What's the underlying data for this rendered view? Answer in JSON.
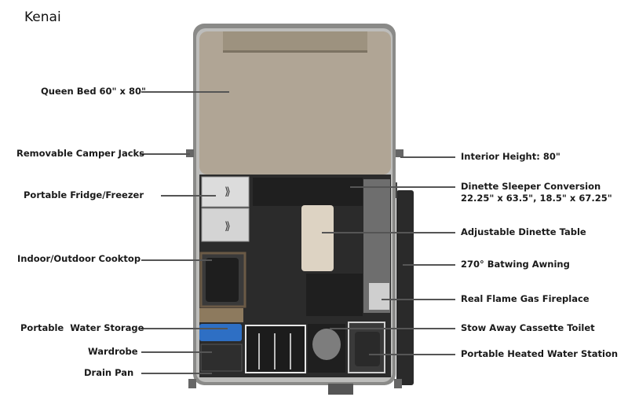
{
  "title": "Kenai",
  "labels_left": {
    "queen_bed": "Queen Bed 60\" x 80\"",
    "camper_jacks": "Removable Camper Jacks",
    "fridge": "Portable Fridge/Freezer",
    "cooktop": "Indoor/Outdoor Cooktop",
    "water_storage": "Portable  Water Storage",
    "wardrobe": "Wardrobe",
    "drain_pan": "Drain Pan"
  },
  "labels_right": {
    "interior_height": "Interior Height: 80\"",
    "dinette_line1": "Dinette Sleeper Conversion",
    "dinette_line2": "22.25\" x 63.5\", 18.5\" x 67.25\"",
    "dinette_table": "Adjustable Dinette Table",
    "awning": "270° Batwing Awning",
    "fireplace": "Real Flame Gas Fireplace",
    "toilet": "Stow Away Cassette Toilet",
    "water_station": "Portable Heated Water Station"
  },
  "colors": {
    "bed": "#b0a595",
    "bed_dark": "#8f8576",
    "body_outline": "#7a7a78",
    "floor": "#2b2b2b",
    "seat": "#1f1f1f",
    "table": "#ddd3c3",
    "fridge": "#dcdcdc",
    "water_tank": "#2e6fc4",
    "awning": "#2a2a2a"
  }
}
